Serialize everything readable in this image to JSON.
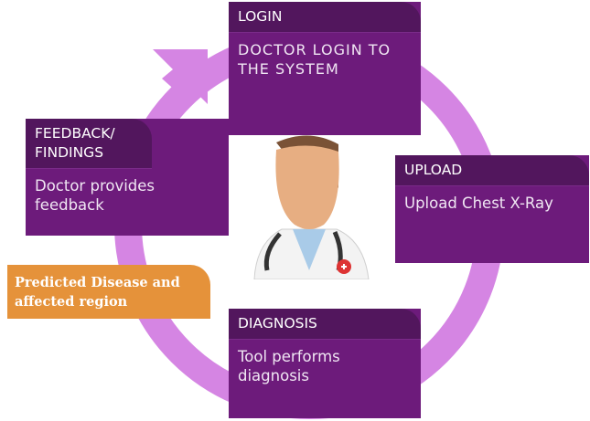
{
  "diagram": {
    "type": "cycle",
    "ring_color": "#d585e3",
    "card_header_color": "#52165d",
    "card_body_color": "#6d1b7b",
    "highlight_color": "#e5923a",
    "center_icon": "doctor-avatar-icon",
    "steps": [
      {
        "title": "LOGIN",
        "text": "Doctor login to the system"
      },
      {
        "title": "UPLOAD",
        "text": "Upload Chest X-Ray"
      },
      {
        "title": "DIAGNOSIS",
        "text": "Tool performs diagnosis"
      },
      {
        "title": "FEEDBACK/ FINDINGS",
        "text": "Doctor provides feedback"
      }
    ],
    "output_label": "Predicted Disease and affected region"
  }
}
